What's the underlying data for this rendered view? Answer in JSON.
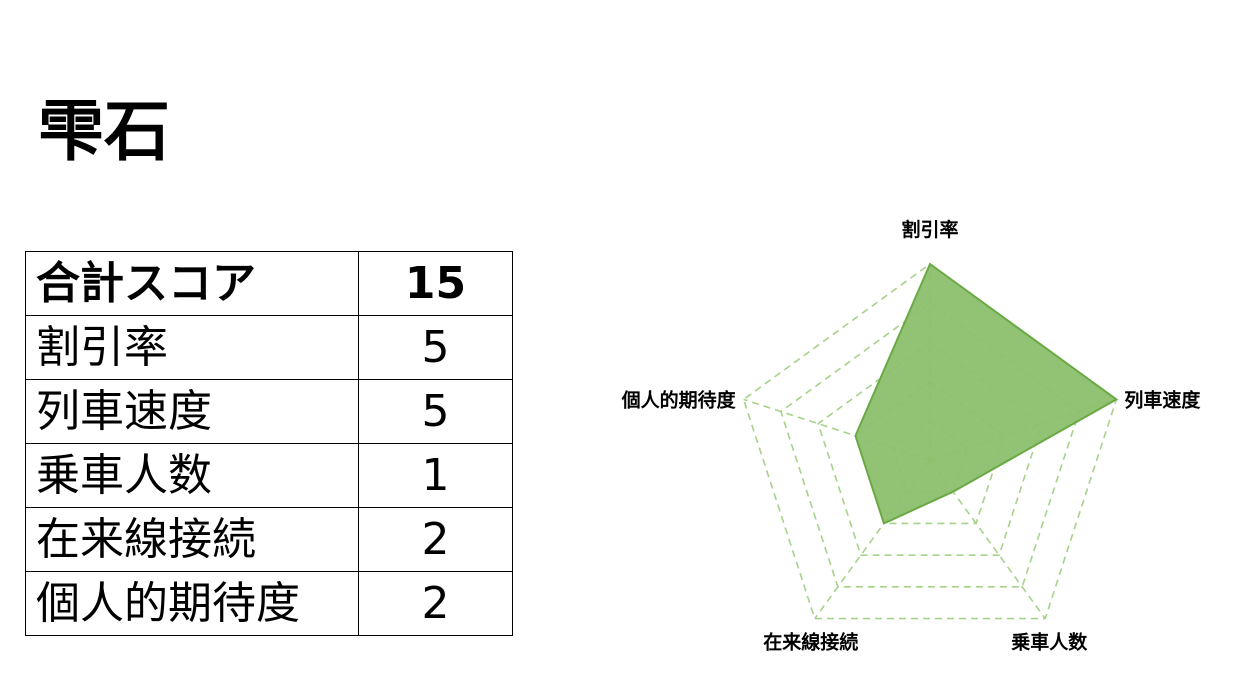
{
  "title": "雫石",
  "table": {
    "total_label": "合計スコア",
    "total_value": "15",
    "rows": [
      {
        "label": "割引率",
        "value": "5"
      },
      {
        "label": "列車速度",
        "value": "5"
      },
      {
        "label": "乗車人数",
        "value": "1"
      },
      {
        "label": "在来線接続",
        "value": "2"
      },
      {
        "label": "個人的期待度",
        "value": "2"
      }
    ]
  },
  "chart_data": {
    "type": "radar",
    "categories": [
      "割引率",
      "列車速度",
      "乗車人数",
      "在来線接続",
      "個人的期待度"
    ],
    "values": [
      5,
      5,
      1,
      2,
      2
    ],
    "rlim": [
      0,
      5
    ],
    "grid": true,
    "fill_color": "#8cbf6b",
    "line_color": "#6aaa45",
    "grid_color": "#a6d28a"
  }
}
